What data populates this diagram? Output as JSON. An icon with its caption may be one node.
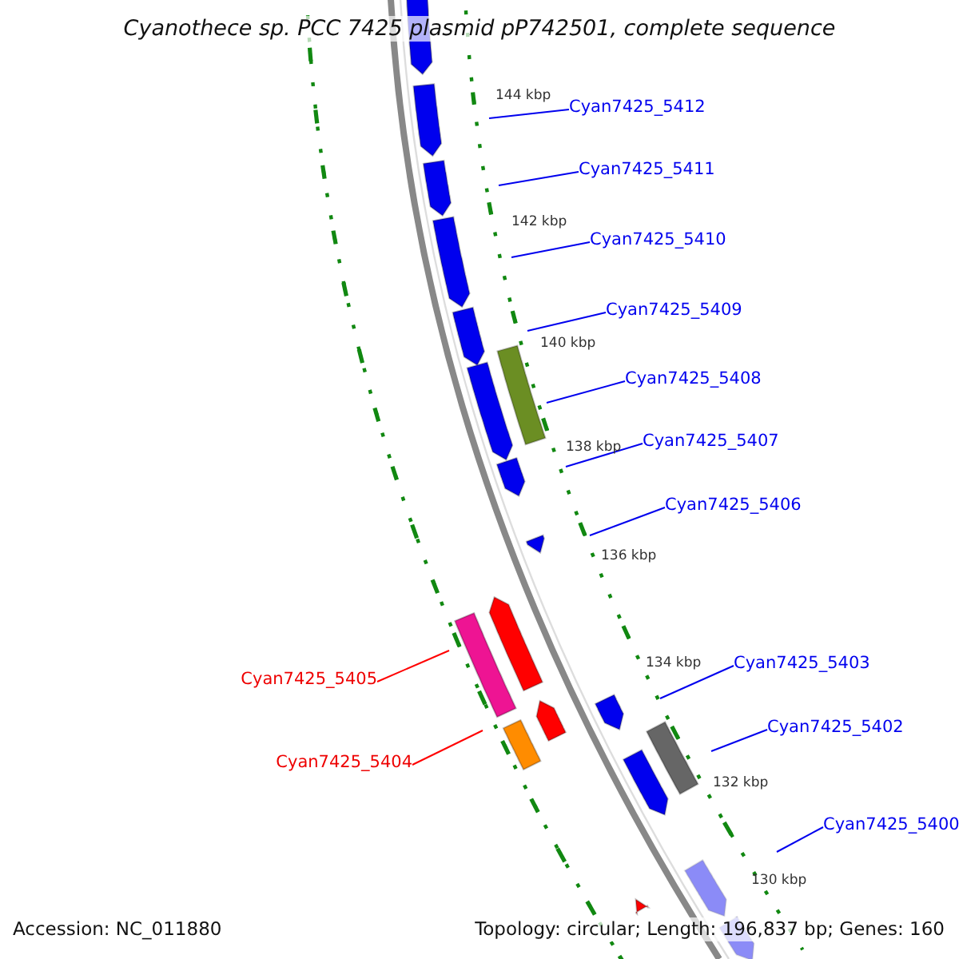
{
  "diagram": {
    "title": "Cyanothece sp. PCC 7425 plasmid pP742501, complete sequence",
    "nodes": [
      {
        "text": [
          "Cyan7425_5412"
        ]
      },
      {
        "text": [
          "Cyan7425_5411"
        ]
      },
      {
        "text": [
          "Cyan7425_5410"
        ]
      },
      {
        "text": [
          "Cyan7425_5409"
        ]
      },
      {
        "text": [
          "Cyan7425_5408"
        ]
      },
      {
        "text": [
          "Cyan7425_5407"
        ]
      },
      {
        "text": [
          "Cyan7425_5406"
        ]
      },
      {
        "text": [
          "Cyan7425_5403"
        ]
      },
      {
        "text": [
          "Cyan7425_5405"
        ]
      },
      {
        "text": [
          "Cyan7425_5402"
        ]
      },
      {
        "text": [
          "Cyan7425_5404"
        ]
      },
      {
        "text": [
          "Cyan7425_5400"
        ]
      }
    ],
    "edges": [
      {
        "from": 0,
        "to": null,
        "arrow": "none"
      },
      {
        "from": 1,
        "to": null,
        "arrow": "none"
      },
      {
        "from": 2,
        "to": null,
        "arrow": "none"
      },
      {
        "from": 3,
        "to": null,
        "arrow": "none"
      },
      {
        "from": 4,
        "to": null,
        "arrow": "none"
      },
      {
        "from": 5,
        "to": null,
        "arrow": "none"
      },
      {
        "from": 6,
        "to": null,
        "arrow": "none"
      },
      {
        "from": 7,
        "to": null,
        "arrow": "none"
      },
      {
        "from": 8,
        "to": null,
        "arrow": "none",
        "color": "#ff0000"
      },
      {
        "from": 9,
        "to": null,
        "arrow": "none"
      },
      {
        "from": 10,
        "to": null,
        "arrow": "none",
        "color": "#ff0000"
      },
      {
        "from": 11,
        "to": null,
        "arrow": "none"
      }
    ],
    "labels": [
      "144 kbp",
      "142 kbp",
      "140 kbp",
      "138 kbp",
      "136 kbp",
      "134 kbp",
      "132 kbp",
      "130 kbp",
      "Accession: NC_011880",
      "Topology: circular; Length: 196,837 bp; Genes: 160"
    ]
  }
}
